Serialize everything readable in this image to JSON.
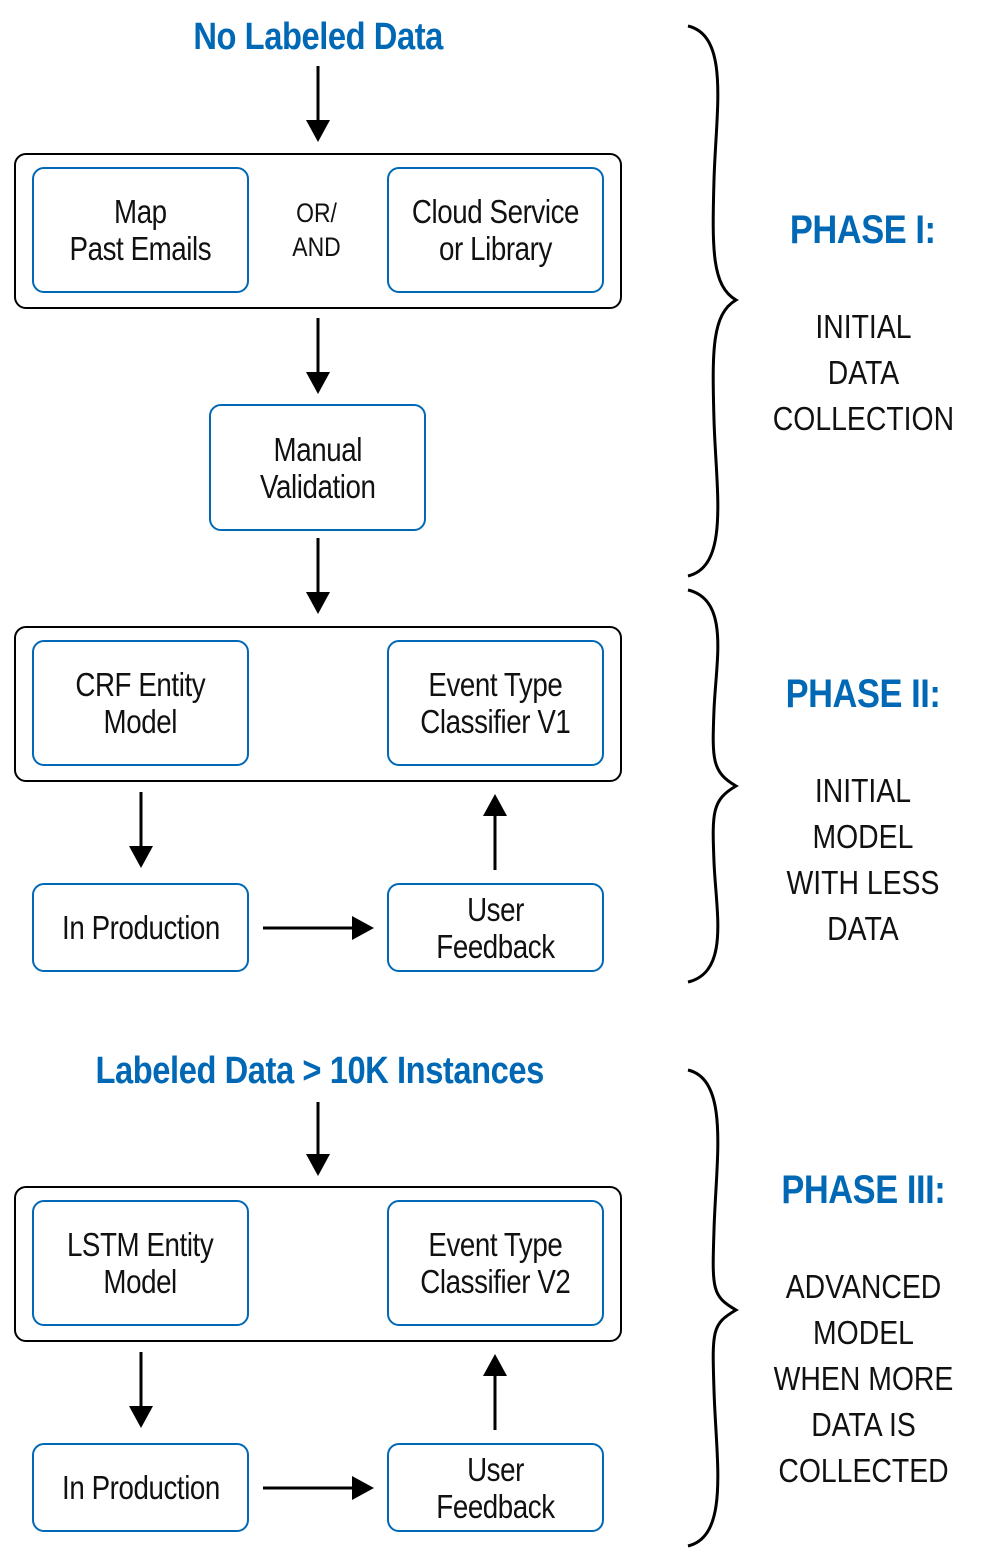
{
  "headings": {
    "no_labeled": "No Labeled Data",
    "labeled_10k": "Labeled Data > 10K Instances"
  },
  "phase1": {
    "map_emails": "Map\nPast Emails",
    "or_and": "OR/\nAND",
    "cloud_service": "Cloud Service\nor Library",
    "manual_validation": "Manual\nValidation",
    "title": "PHASE I:",
    "desc": "INITIAL\nDATA\nCOLLECTION"
  },
  "phase2": {
    "crf_model": "CRF Entity\nModel",
    "event_classifier": "Event Type\nClassifier V1",
    "in_production": "In Production",
    "user_feedback": "User Feedback",
    "title": "PHASE II:",
    "desc": "INITIAL\nMODEL\nWITH LESS\nDATA"
  },
  "phase3": {
    "lstm_model": "LSTM Entity\nModel",
    "event_classifier": "Event Type\nClassifier V2",
    "in_production": "In Production",
    "user_feedback": "User Feedback",
    "title": "PHASE III:",
    "desc": "ADVANCED\nMODEL\nWHEN MORE\nDATA IS\nCOLLECTED"
  },
  "colors": {
    "accent": "#0068b5",
    "line": "#000000"
  }
}
